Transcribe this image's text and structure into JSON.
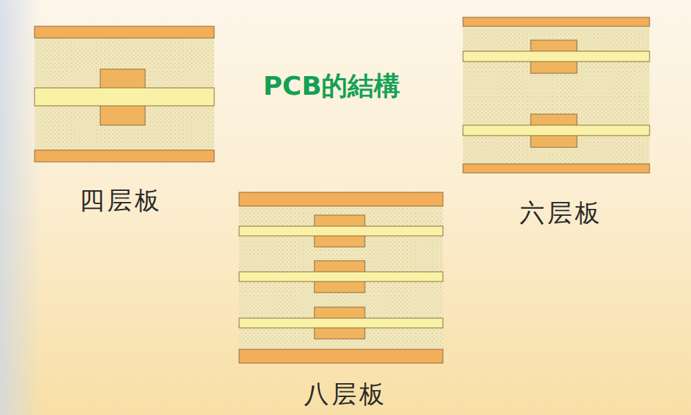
{
  "diagram": {
    "title": "PCB的結構",
    "labels": [
      "四层板",
      "六层板",
      "八层板"
    ]
  }
}
